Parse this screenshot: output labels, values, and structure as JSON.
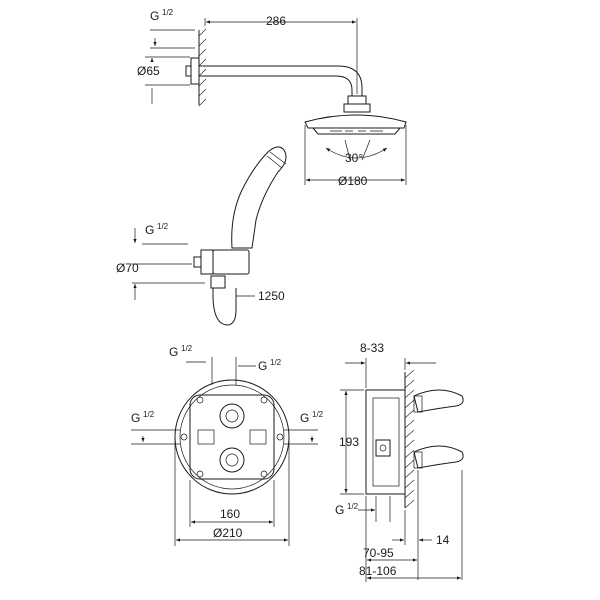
{
  "shower_head": {
    "arm_length": "286",
    "thread": "G",
    "thread_size": "1/2",
    "flange_diameter": "Ø65",
    "angle": "30°",
    "head_diameter": "Ø180"
  },
  "hand_shower": {
    "thread": "G",
    "thread_size": "1/2",
    "elbow_diameter": "Ø70",
    "hose_length": "1250"
  },
  "thermostat_front": {
    "top_left_thread": "G",
    "top_left_size": "1/2",
    "top_right_thread": "G",
    "top_right_size": "1/2",
    "left_thread": "G",
    "left_size": "1/2",
    "right_thread": "G",
    "right_size": "1/2",
    "body_width": "160",
    "plate_diameter": "Ø210"
  },
  "thermostat_side": {
    "depth_range": "8-33",
    "height": "193",
    "thread": "G",
    "thread_size": "1/2",
    "projection": "14",
    "range_1": "70-95",
    "range_2": "81-106"
  }
}
